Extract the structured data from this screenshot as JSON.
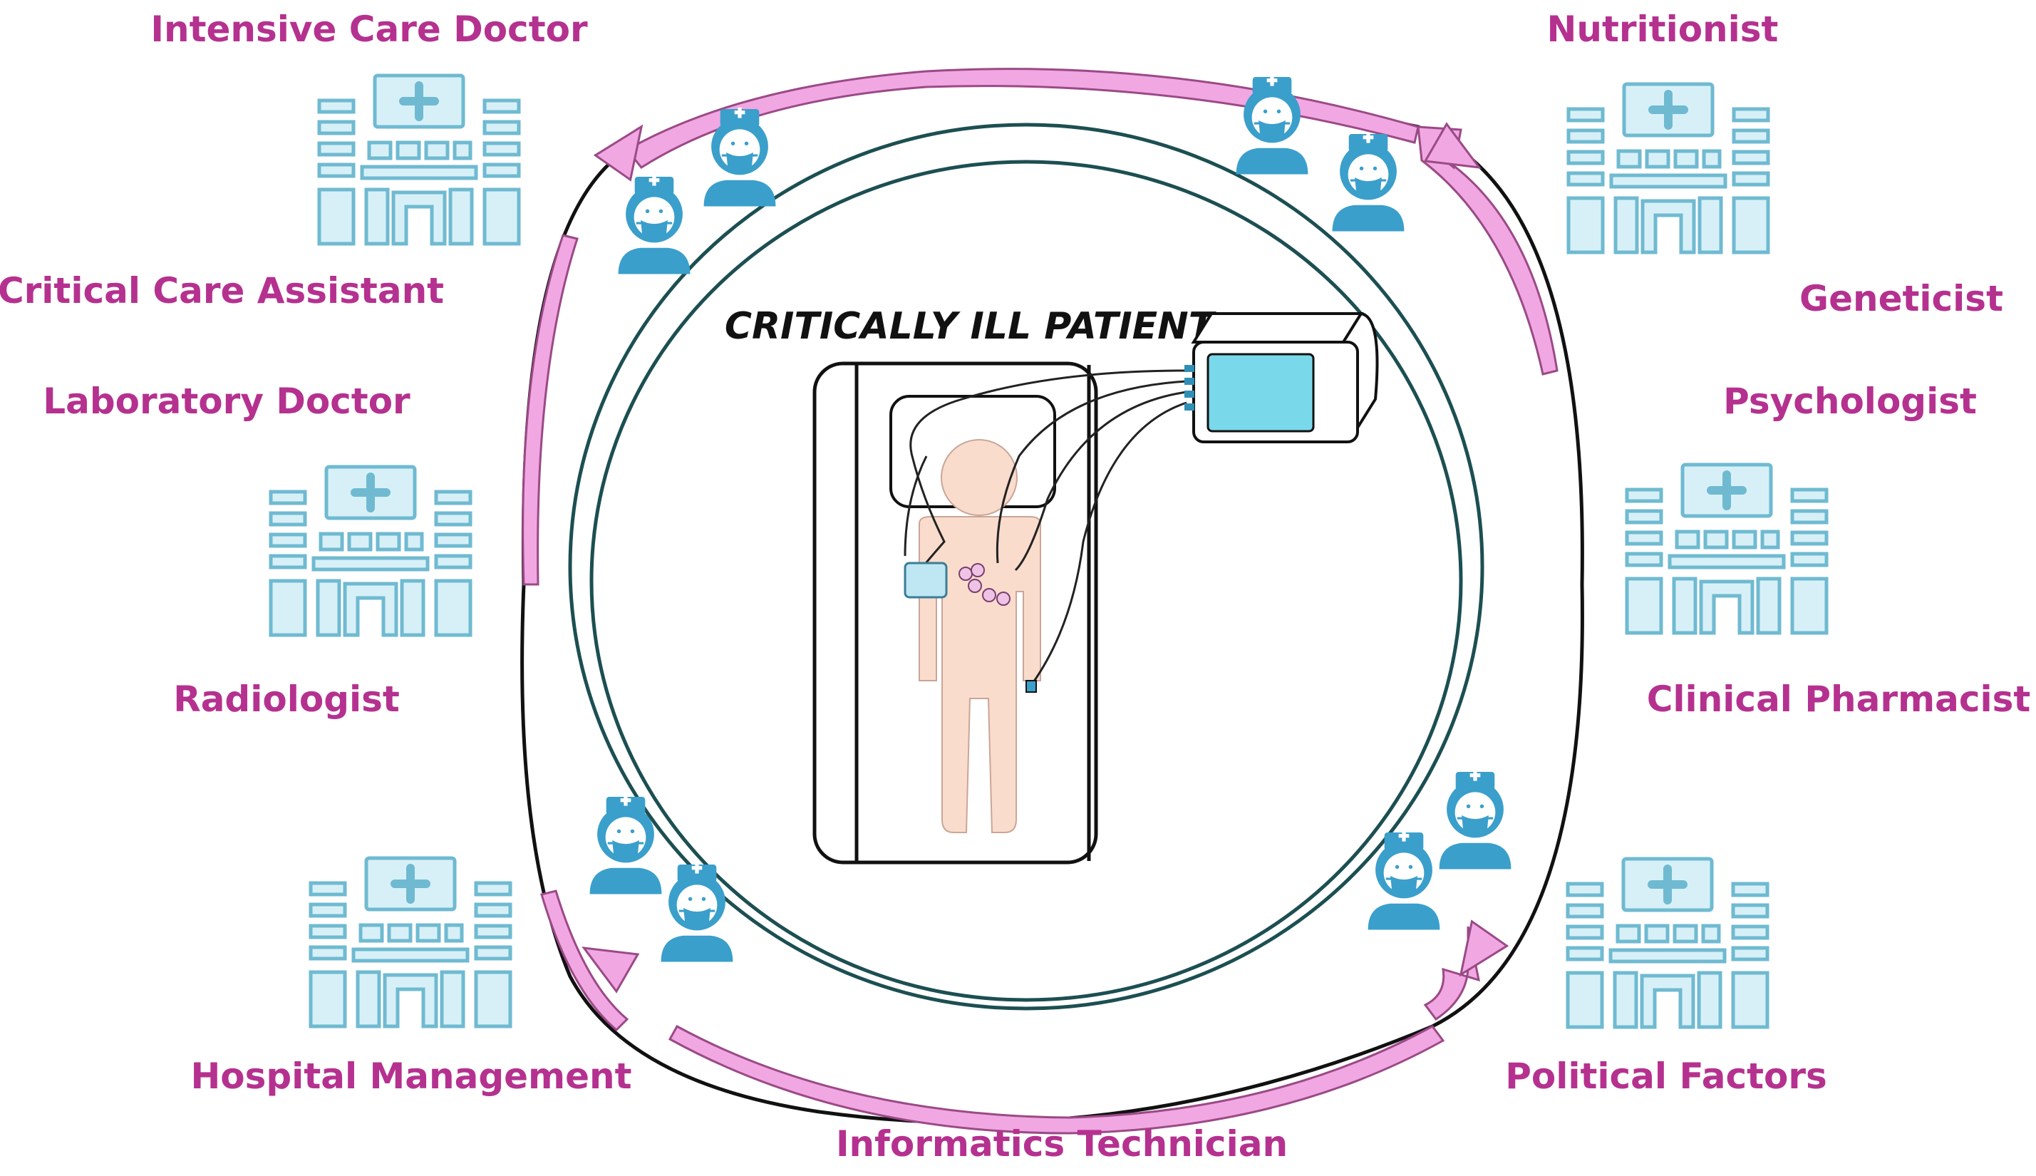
{
  "center_label": "CRITICALLY ILL PATIENT",
  "roles": {
    "intensive_care_doctor": "Intensive Care Doctor",
    "critical_care_assistant": "Critical Care Assistant",
    "laboratory_doctor": "Laboratory Doctor",
    "radiologist": "Radiologist",
    "hospital_management": "Hospital Management",
    "informatics_technician": "Informatics Technician",
    "nutritionist": "Nutritionist",
    "geneticist": "Geneticist",
    "psychologist": "Psychologist",
    "clinical_pharmacist": "Clinical Pharmacist",
    "political_factors": "Political Factors"
  },
  "icons": {
    "hospital": "hospital-building-icon",
    "staff": "medical-staff-icon",
    "patient": "patient-figure",
    "monitor": "vital-signs-monitor"
  },
  "colors": {
    "label": "#b5318f",
    "arrow": "#f1a7e2",
    "icon_fill": "#d7f0f7",
    "icon_stroke": "#6fbad1",
    "staff_fill": "#3a9fcb",
    "skin": "#fadccc",
    "monitor_screen": "#79d9ea"
  }
}
